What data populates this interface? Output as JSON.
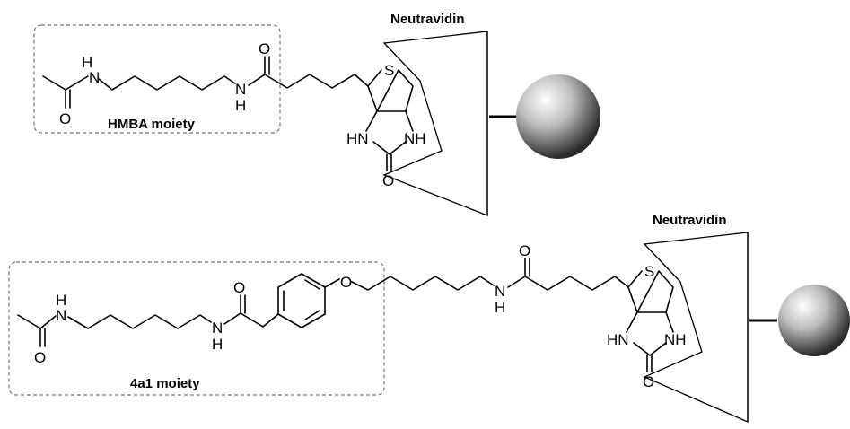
{
  "labels": {
    "neutravidin": "Neutravidin",
    "hmba_moiety": "HMBA moiety",
    "moiety_4a1": "4a1 moiety"
  },
  "atoms": {
    "nh": "N",
    "h": "H",
    "o": "O",
    "s": "S",
    "hn": "HN",
    "nh_group": "NH"
  },
  "colors": {
    "bead_highlight": "#ffffff",
    "bead_shadow": "#2b2b2b",
    "box_stroke": "#777777"
  }
}
